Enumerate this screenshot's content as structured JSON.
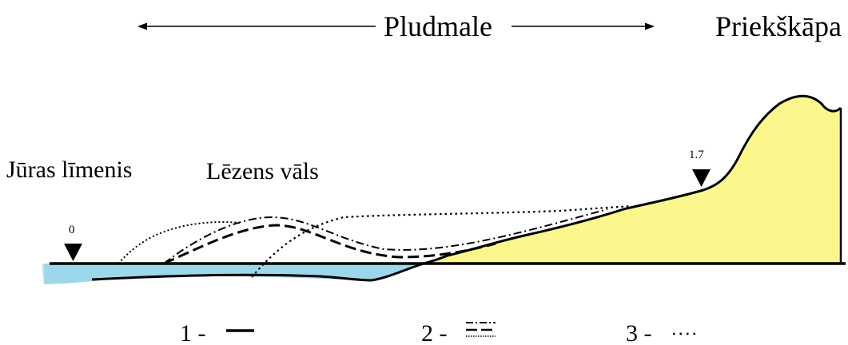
{
  "header": {
    "beach_label": "Pludmale",
    "foredune_label": "Priekškāpa"
  },
  "labels": {
    "sea_level": "Jūras līmenis",
    "flat_ridge": "Lēzens vāls",
    "marker_zero": "0",
    "marker_high": "1.7"
  },
  "legend": [
    {
      "text": "1 -",
      "style": "solid"
    },
    {
      "text": "2 -",
      "style": "dash-dot"
    },
    {
      "text": "3 -",
      "style": "dotted"
    }
  ],
  "colors": {
    "water": "#9dd8ea",
    "sand": "#fbf78c",
    "line": "#000000"
  },
  "icons": [
    "arrow-left-icon",
    "arrow-right-icon",
    "triangle-marker-icon"
  ]
}
